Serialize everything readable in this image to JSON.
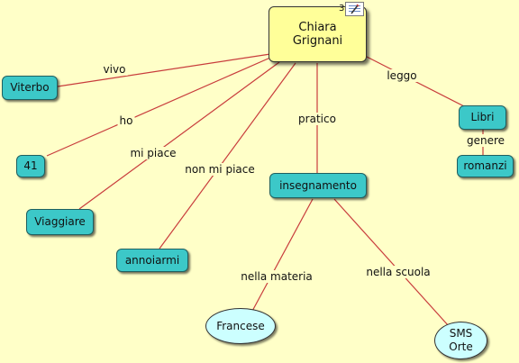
{
  "concept_map": {
    "center": {
      "label": "Chiara\nGrignani",
      "badge_count": "3"
    },
    "nodes": {
      "viterbo": "Viterbo",
      "n41": "41",
      "viaggiare": "Viaggiare",
      "annoiarmi": "annoiarmi",
      "insegnamento": "insegnamento",
      "libri": "Libri",
      "romanzi": "romanzi",
      "francese": "Francese",
      "sms_orte": "SMS\nOrte"
    },
    "link_labels": {
      "vivo": "vivo",
      "ho": "ho",
      "mi_piace": "mi piace",
      "non_mi_piace": "non mi piace",
      "pratico": "pratico",
      "leggo": "leggo",
      "genere": "genere",
      "nella_materia": "nella materia",
      "nella_scuola": "nella scuola"
    }
  },
  "colors": {
    "background": "#ffffc8",
    "center_fill": "#ffff99",
    "concept_fill": "#3cc8c8",
    "ellipse_fill": "#ccffff",
    "link_line": "#c83c3c"
  },
  "icons": {
    "attachment": "resource-doc-icon"
  }
}
